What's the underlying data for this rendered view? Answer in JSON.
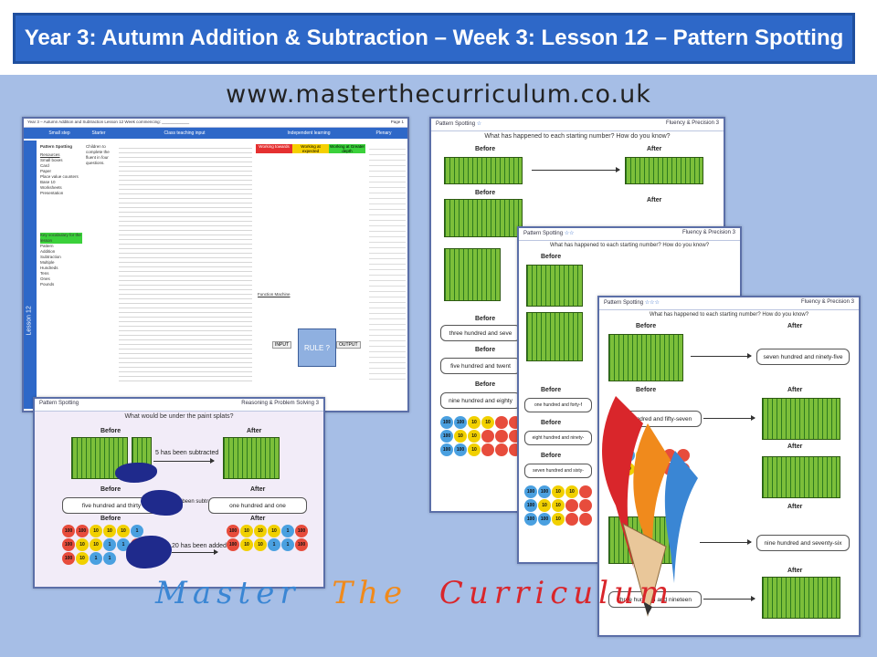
{
  "header": {
    "title": "Year 3: Autumn Addition & Subtraction – Week 3: Lesson 12 – Pattern Spotting",
    "url": "www.masterthecurriculum.co.uk"
  },
  "plan_sheet": {
    "title": "Year 3 – Autumn Addition and Subtraction Lesson 12   Week commencing: ____________",
    "page": "Page 1",
    "columns": [
      "Small step",
      "Starter",
      "Class teaching input",
      "Independent learning",
      "Plenary"
    ],
    "side_label": "Lesson 12",
    "small_step": "Pattern Spotting",
    "resources_label": "Resources",
    "resources": [
      "Small boxes",
      "Card",
      "Paper",
      "Place value counters",
      "Base 10",
      "Worksheets",
      "Presentation"
    ],
    "vocab_label": "Key vocabulary for the lesson",
    "vocab": [
      "Pattern",
      "Addition",
      "Subtraction",
      "Multiple",
      "Hundreds",
      "Tens",
      "Ones",
      "Pounds"
    ],
    "starter": "Children to complete the fluent in four questions.",
    "working_levels": [
      "Working towards",
      "Working at expected",
      "Working at Greater depth"
    ],
    "function_machine_label": "Function Machine",
    "rule_label": "RULE ?",
    "input_label": "INPUT",
    "output_label": "OUTPUT"
  },
  "reasoning_sheet": {
    "tag": "Pattern Spotting",
    "category": "Reasoning & Problem Solving",
    "num": "3",
    "question": "What would be under the paint splats?",
    "before": "Before",
    "after": "After",
    "note1": "5 has been subtracted",
    "box_left": "five hundred and thirty",
    "box_mid": "has been subtracted",
    "box_right": "one hundred and one",
    "note2": "20 has been added"
  },
  "fluency_sheets": [
    {
      "tag": "Pattern Spotting",
      "category": "Fluency & Precision",
      "num": "3",
      "question": "What has happened to each starting number? How do you know?",
      "before": "Before",
      "after": "After",
      "boxes": [
        "three hundred and seve",
        "five hundred and twent",
        "nine hundred and eighty"
      ]
    },
    {
      "tag": "Pattern Spotting",
      "category": "Fluency & Precision",
      "num": "3",
      "question": "What has happened to each starting number? How do you know?",
      "before": "Before",
      "after": "After",
      "boxes": [
        "one hundred and forty-f",
        "eight hundred and ninety-",
        "seven hundred and sixty-"
      ]
    },
    {
      "tag": "Pattern Spotting",
      "category": "Fluency & Precision",
      "num": "3",
      "question": "What has happened to each starting number? How do you know?",
      "before": "Before",
      "after": "After",
      "boxes": [
        "seven hundred and ninety-five",
        "one hundred and fifty-seven",
        "nine hundred and seventy-six",
        "three hundred and nineteen"
      ]
    }
  ],
  "brand": {
    "word1": "Master",
    "word2": "The",
    "word3": "Curriculum",
    "colors": {
      "blue": "#3a86d4",
      "orange": "#f08a1c",
      "red": "#d9262b"
    }
  }
}
